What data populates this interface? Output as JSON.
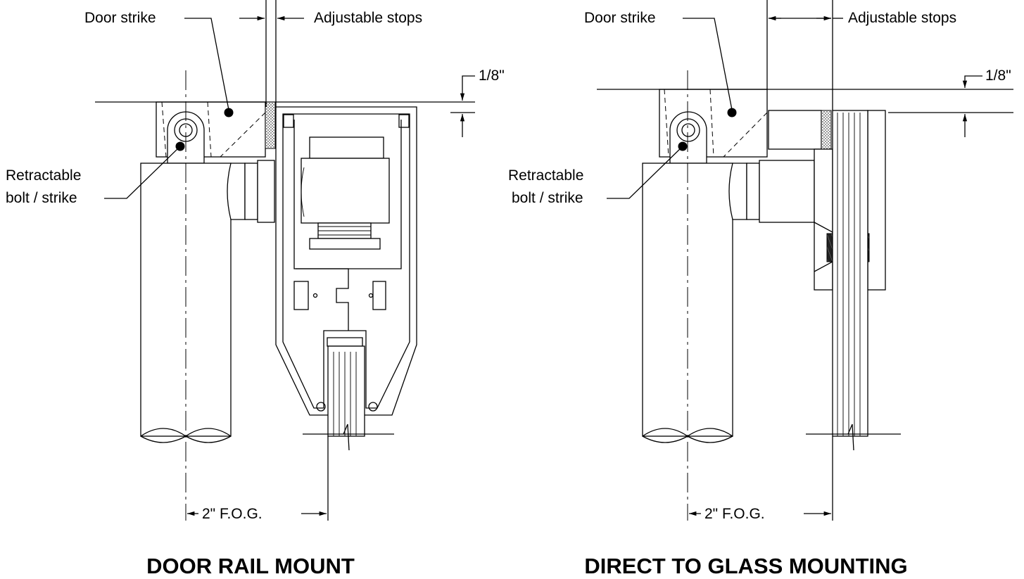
{
  "left": {
    "door_strike_label": "Door strike",
    "adjustable_stops_label": "Adjustable stops",
    "gap_label": "1/8\"",
    "bolt_label_line1": "Retractable",
    "bolt_label_line2": "bolt / strike",
    "fog_label": "2\" F.O.G.",
    "title": "DOOR RAIL MOUNT"
  },
  "right": {
    "door_strike_label": "Door strike",
    "adjustable_stops_label": "Adjustable stops",
    "gap_label": "1/8\"",
    "bolt_label_line1": "Retractable",
    "bolt_label_line2": "bolt / strike",
    "fog_label": "2\" F.O.G.",
    "title": "DIRECT TO GLASS MOUNTING"
  }
}
